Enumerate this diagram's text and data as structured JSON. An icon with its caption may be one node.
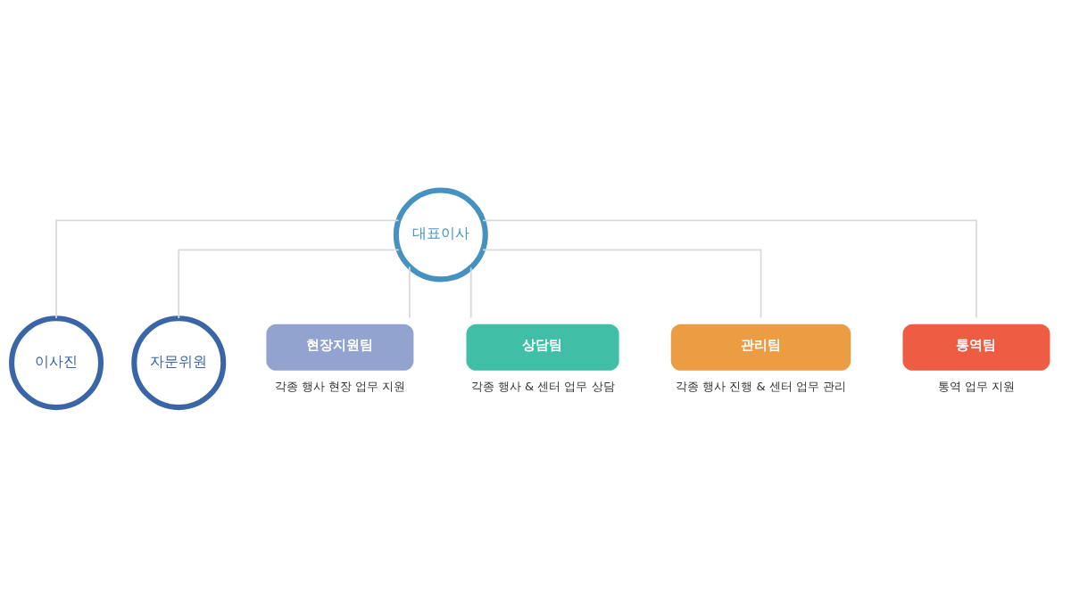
{
  "diagram": {
    "nodes": [
      {
        "text": [
          "대표이사"
        ]
      },
      {
        "text": [
          "이사진"
        ]
      },
      {
        "text": [
          "자문위원"
        ]
      },
      {
        "text": [
          "현장지원팀"
        ],
        "beside": [
          "각종 행사 현장 업무 지원"
        ]
      },
      {
        "text": [
          "상담팀"
        ],
        "beside": [
          "각종 행사 & 센터 업무 상담"
        ]
      },
      {
        "text": [
          "관리팀"
        ],
        "beside": [
          "각종 행사 진행 & 센터 업무 관리"
        ]
      },
      {
        "text": [
          "통역팀"
        ],
        "beside": [
          "통역 업무 지원"
        ]
      }
    ],
    "edges": [
      {
        "from": 0,
        "to": 1,
        "arrow": "none"
      },
      {
        "from": 0,
        "to": 2,
        "arrow": "none"
      },
      {
        "from": 0,
        "to": 3,
        "arrow": "none"
      },
      {
        "from": 0,
        "to": 4,
        "arrow": "none"
      },
      {
        "from": 0,
        "to": 5,
        "arrow": "none"
      },
      {
        "from": 0,
        "to": 6,
        "arrow": "none"
      }
    ]
  }
}
